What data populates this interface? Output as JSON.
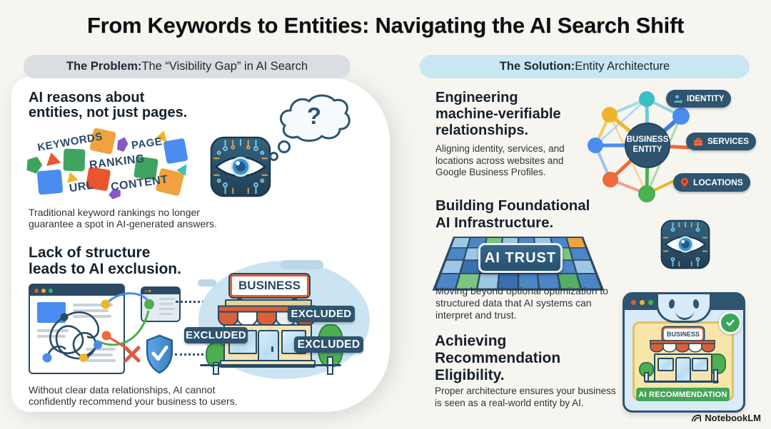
{
  "title": "From Keywords to Entities: Navigating the AI Search Shift",
  "problem": {
    "header": {
      "bold": "The Problem:",
      "rest": " The “Visibility Gap” in AI Search"
    },
    "section1": {
      "heading": "AI reasons about\nentities, not just pages.",
      "words": [
        "KEYWORDS",
        "PAGE",
        "RANKING",
        "URL",
        "CONTENT"
      ],
      "thought_question": "?",
      "caption": "Traditional keyword rankings no longer\nguarantee a spot in AI-generated answers."
    },
    "section2": {
      "heading": "Lack of structure\nleads to AI exclusion.",
      "store_sign": "BUSINESS",
      "excluded": [
        "EXCLUDED",
        "EXCLUDED",
        "EXCLUDED"
      ],
      "caption": "Without clear data relationships, AI cannot\nconfidently recommend your business to users."
    }
  },
  "solution": {
    "header": {
      "bold": "The Solution:",
      "rest": " Entity Architecture"
    },
    "section1": {
      "heading": "Engineering\nmachine-verifiable\nrelationships.",
      "caption": "Aligning identity, services, and\nlocations across websites and\nGoogle Business Profiles.",
      "center_node": "BUSINESS\nENTITY",
      "pills": [
        "IDENTITY",
        "SERVICES",
        "LOCATIONS"
      ]
    },
    "section2": {
      "heading": "Building Foundational\nAI Infrastructure.",
      "badge": "AI TRUST",
      "caption": "Moving beyond optional optimization to\nstructured data that AI systems can\ninterpret and trust."
    },
    "section3": {
      "heading": "Achieving\nRecommendation\nEligibility.",
      "caption": "Proper architecture ensures your business\nis seen as a real-world entity by AI.",
      "store_sign": "BUSINESS",
      "banner": "AI RECOMMENDATION"
    }
  },
  "watermark": "NotebookLM",
  "colors": {
    "navy": "#2E5470",
    "ink": "#111418",
    "page_bg": "#F7F5F0",
    "problem_pill_bg": "#DADDE1",
    "solution_pill_bg": "#C9E7F3",
    "orange": "#D96038",
    "red": "#E05A3A",
    "yellow": "#F0B429",
    "green": "#4CAF50",
    "blue": "#4A8CF0",
    "teal": "#3BBFC4",
    "purple": "#8756C7"
  }
}
